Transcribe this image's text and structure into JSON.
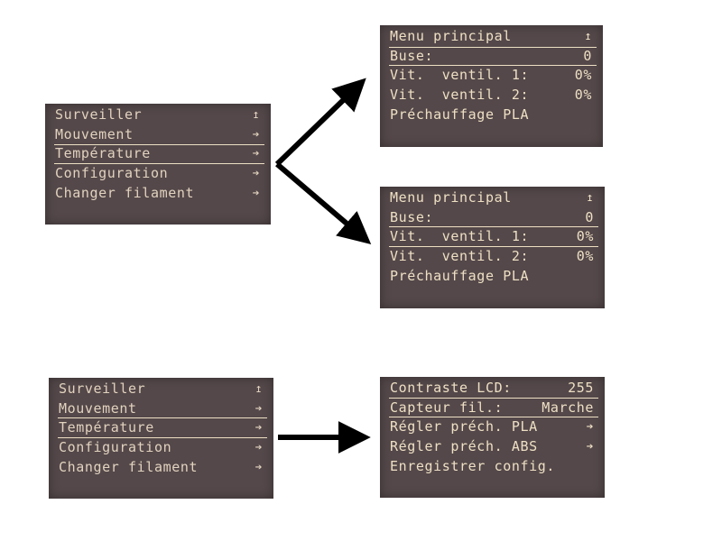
{
  "screens": {
    "main_menu_a": {
      "rows": [
        {
          "label": "Surveiller",
          "right": "↥"
        },
        {
          "label": "Mouvement",
          "right": "➔"
        },
        {
          "label": "Température",
          "right": "➔"
        },
        {
          "label": "Configuration",
          "right": "➔"
        },
        {
          "label": "Changer filament",
          "right": "➔"
        }
      ]
    },
    "temp_menu_a": {
      "rows": [
        {
          "label": "Menu principal",
          "right": "↥"
        },
        {
          "label": "Buse:",
          "right": "0"
        },
        {
          "label": "Vit.  ventil. 1:",
          "right": "0%"
        },
        {
          "label": "Vit.  ventil. 2:",
          "right": "0%"
        },
        {
          "label": "Préchauffage PLA",
          "right": ""
        }
      ]
    },
    "temp_menu_b": {
      "rows": [
        {
          "label": "Menu principal",
          "right": "↥"
        },
        {
          "label": "Buse:",
          "right": "0"
        },
        {
          "label": "Vit.  ventil. 1:",
          "right": "0%"
        },
        {
          "label": "Vit.  ventil. 2:",
          "right": "0%"
        },
        {
          "label": "Préchauffage PLA",
          "right": ""
        }
      ]
    },
    "main_menu_b": {
      "rows": [
        {
          "label": "Surveiller",
          "right": "↥"
        },
        {
          "label": "Mouvement",
          "right": "➔"
        },
        {
          "label": "Température",
          "right": "➔"
        },
        {
          "label": "Configuration",
          "right": "➔"
        },
        {
          "label": "Changer filament",
          "right": "➔"
        }
      ]
    },
    "config_menu": {
      "rows": [
        {
          "label": "Contraste LCD:",
          "right": "255"
        },
        {
          "label": "Capteur fil.:",
          "right": "Marche"
        },
        {
          "label": "Régler préch. PLA",
          "right": "➔"
        },
        {
          "label": "Régler préch. ABS",
          "right": "➔"
        },
        {
          "label": "Enregistrer config.",
          "right": ""
        }
      ]
    }
  },
  "colors": {
    "lcd_background": "#54484a",
    "lcd_text": "#eee0c4",
    "arrow": "#000000"
  }
}
